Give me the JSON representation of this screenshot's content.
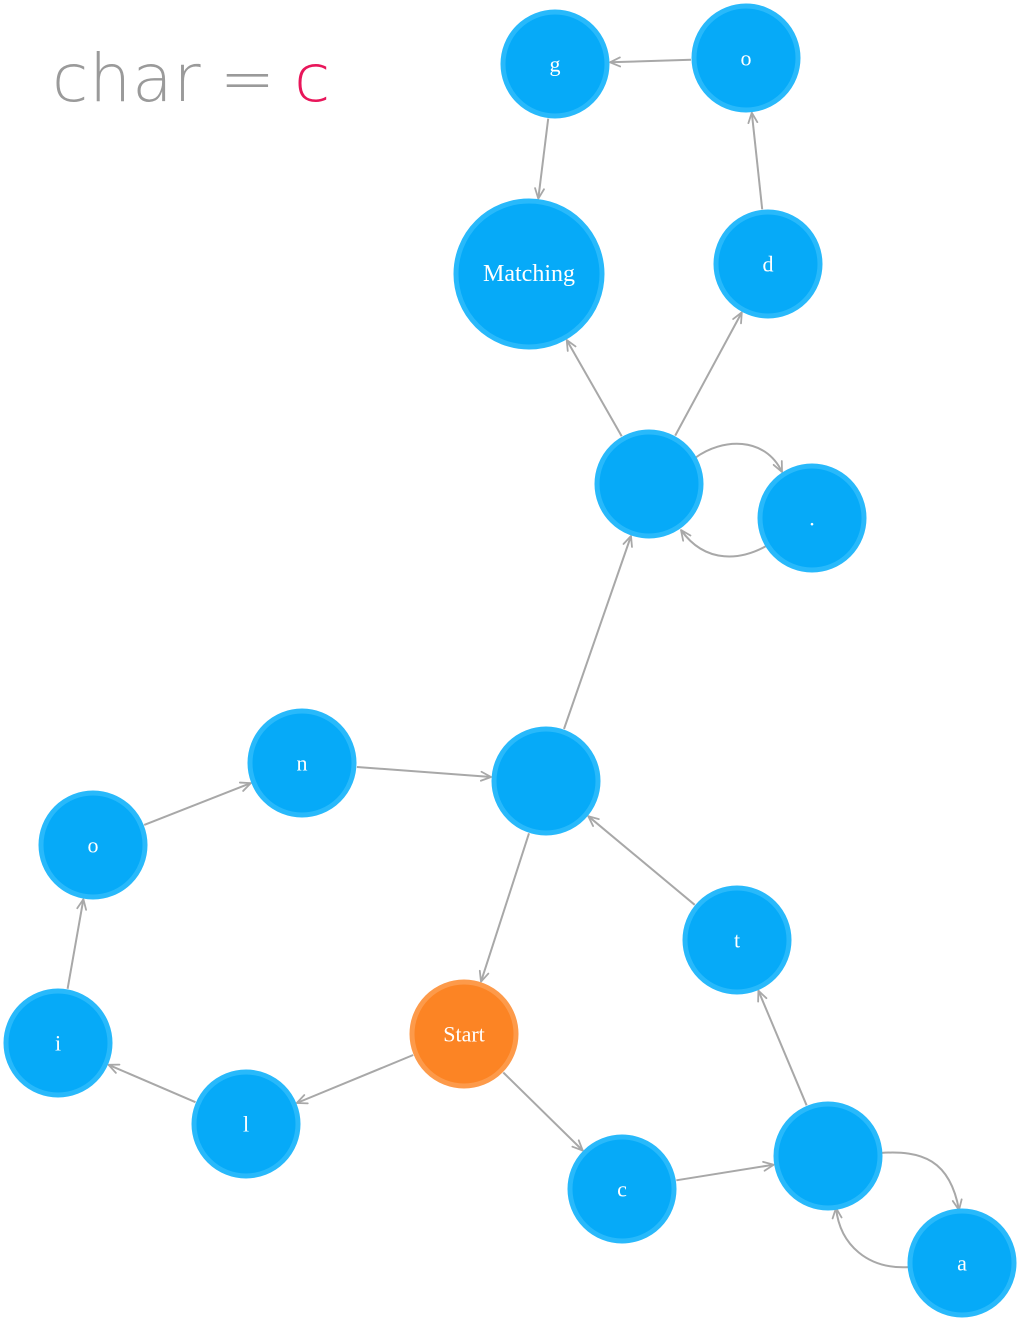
{
  "caption": {
    "variable": "char",
    "operator": "=",
    "value": "c"
  },
  "colors": {
    "node_fill": "#06aaf8",
    "node_stroke": "#28b9fb",
    "start_fill": "#fc8424",
    "start_stroke": "#fd9a4a",
    "edge": "#a8a8a8",
    "caption_text": "#9a9a9a",
    "caption_value": "#e8165a"
  },
  "graph": {
    "nodes": [
      {
        "id": "g",
        "label": "g"
      },
      {
        "id": "o_top",
        "label": "o"
      },
      {
        "id": "matching",
        "label": "Matching"
      },
      {
        "id": "d",
        "label": "d"
      },
      {
        "id": "split",
        "label": ""
      },
      {
        "id": "dot",
        "label": "."
      },
      {
        "id": "hub",
        "label": ""
      },
      {
        "id": "n",
        "label": "n"
      },
      {
        "id": "o_left",
        "label": "o"
      },
      {
        "id": "i",
        "label": "i"
      },
      {
        "id": "l",
        "label": "l"
      },
      {
        "id": "start",
        "label": "Start",
        "start": true
      },
      {
        "id": "c",
        "label": "c"
      },
      {
        "id": "t",
        "label": "t"
      },
      {
        "id": "loop",
        "label": ""
      },
      {
        "id": "a",
        "label": "a"
      }
    ],
    "edges": [
      {
        "from": "o_top",
        "to": "g"
      },
      {
        "from": "g",
        "to": "matching"
      },
      {
        "from": "d",
        "to": "o_top"
      },
      {
        "from": "split",
        "to": "matching"
      },
      {
        "from": "split",
        "to": "d"
      },
      {
        "from": "split",
        "to": "dot"
      },
      {
        "from": "dot",
        "to": "split"
      },
      {
        "from": "hub",
        "to": "split"
      },
      {
        "from": "n",
        "to": "hub"
      },
      {
        "from": "o_left",
        "to": "n"
      },
      {
        "from": "i",
        "to": "o_left"
      },
      {
        "from": "l",
        "to": "i"
      },
      {
        "from": "start",
        "to": "l"
      },
      {
        "from": "start",
        "to": "c"
      },
      {
        "from": "hub",
        "to": "start"
      },
      {
        "from": "t",
        "to": "hub"
      },
      {
        "from": "c",
        "to": "loop"
      },
      {
        "from": "loop",
        "to": "t"
      },
      {
        "from": "loop",
        "to": "a"
      },
      {
        "from": "a",
        "to": "loop"
      }
    ]
  }
}
